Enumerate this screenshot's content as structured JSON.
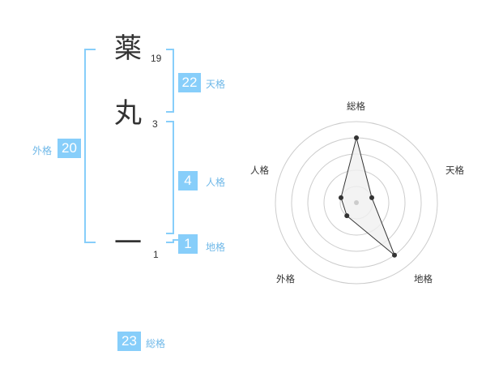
{
  "name": {
    "characters": [
      {
        "char": "薬",
        "strokes": "19"
      },
      {
        "char": "丸",
        "strokes": "3"
      },
      {
        "char": "一",
        "strokes": "1"
      }
    ]
  },
  "kakusu": {
    "tenkaku": {
      "value": "22",
      "label": "天格"
    },
    "jinkaku": {
      "value": "4",
      "label": "人格"
    },
    "chikaku": {
      "value": "1",
      "label": "地格"
    },
    "gaikaku": {
      "value": "20",
      "label": "外格"
    },
    "soukaku": {
      "value": "23",
      "label": "総格"
    }
  },
  "colors": {
    "bracket": "#87cefa",
    "badge": "#87cefa",
    "label": "#6fb8e8",
    "text": "#333333",
    "ring": "#cccccc",
    "polygon_fill": "#f0f0f0",
    "polygon_stroke": "#333333"
  },
  "chart_data": {
    "type": "radar",
    "axes": [
      "総格",
      "天格",
      "地格",
      "外格",
      "人格"
    ],
    "values": [
      4,
      1,
      4,
      1,
      1
    ],
    "rings": 5
  }
}
